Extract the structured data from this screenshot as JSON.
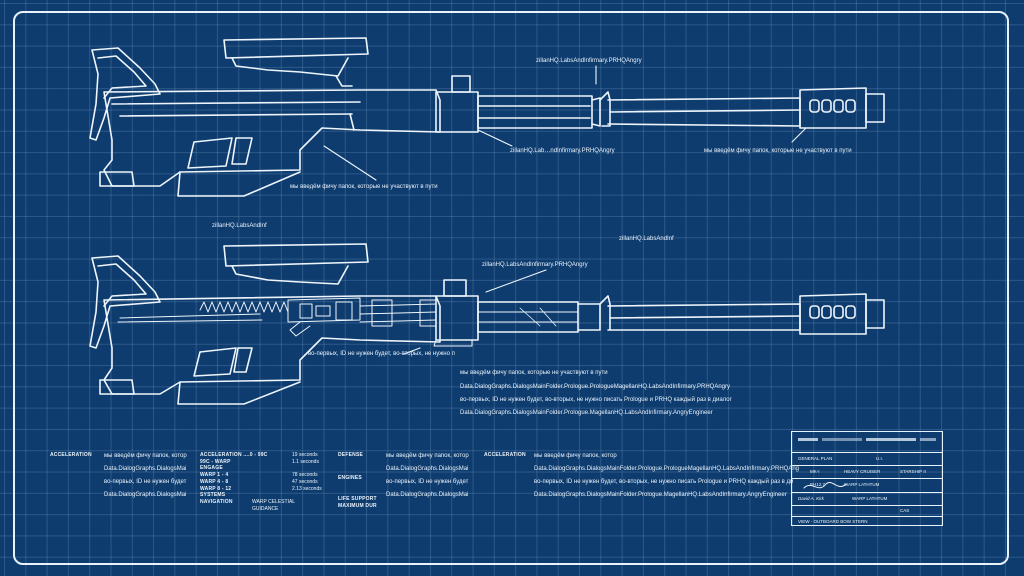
{
  "callouts": {
    "top_right_a": "zillanHQ.LabsAndInfirmary.PRHQAngry",
    "top_mid": "zillanHQ.Lab…ndInfirmary.PRHQAngry",
    "top_right_b": "мы введём фичу папок, которые не участвуют в пути",
    "top_left": "мы введём фичу папок, которые не участвуют в пути",
    "mid_left": "zillanHQ.LabsAndInf",
    "mid_right": "zillanHQ.LabsAndInf",
    "low_top": "zillanHQ.LabsAndInfirmary.PRHQAngry",
    "low_mid": "во-первых, ID не нужен будет, во-вторых, не нужно п"
  },
  "notes": [
    "мы введём фичу папок, которые не участвуют в пути",
    "Data.DialogGraphs.DialogsMainFolder.Prologue.PrologueMagellanHQ.LabsAndInfirmary.PRHQAngry",
    "во-первых, ID не нужен будет, во-вторых, не нужно писать Prologue и PRHQ каждый раз в диалог",
    "Data.DialogGraphs.DialogsMainFolder.Prologue.MagellanHQ.LabsAndInfirmary.AngryEngineer"
  ],
  "specs": {
    "col1": {
      "label": "ACCELERATION",
      "lines": [
        "мы введём фичу папок, котор",
        "Data.DialogGraphs.DialogsMai",
        "во-первых, ID не нужен будет",
        "Data.DialogGraphs.DialogsMai"
      ]
    },
    "col2": {
      "rows": [
        {
          "k": "ACCELERATION ....0 - 99C",
          "v": "19 seconds"
        },
        {
          "k": "99C - WARP",
          "v": "1.1 seconds"
        },
        {
          "k": "ENGAGE",
          "v": ""
        },
        {
          "k": "WARP 1 - 4",
          "v": "78 seconds"
        },
        {
          "k": "WARP 4 - 8",
          "v": "47 seconds"
        },
        {
          "k": "WARP 8 - 12",
          "v": "2.13 seconds"
        },
        {
          "k": "SYSTEMS",
          "v": ""
        },
        {
          "k": "NAVIGATION",
          "v": "WARP CELESTIAL"
        },
        {
          "k": "",
          "v": "GUIDANCE"
        }
      ]
    },
    "col3": {
      "labels": [
        "DEFENSE",
        "ENGINES",
        "LIFE SUPPORT",
        "MAXIMUM DUR"
      ],
      "lines": [
        "мы введём фичу папок, котор",
        "Data.DialogGraphs.DialogsMai",
        "во-первых, ID не нужен будет",
        "Data.DialogGraphs.DialogsMai"
      ]
    },
    "col4": {
      "label": "ACCELERATION",
      "lines": [
        "мы введём фичу папок, котор",
        "Data.DialogGraphs.DialogsMainFolder.Prologue.PrologueMagellanHQ.LabsAndInfirmary.PRHQAng",
        "во-первых, ID не нужен будет, во-вторых, не нужно писать Prologue и PRHQ каждый раз в ди",
        "Data.DialogGraphs.DialogsMainFolder.Prologue.MagellanHQ.LabsAndInfirmary.AngryEngineer"
      ]
    }
  },
  "titleblock": {
    "plan_label": "GENERAL PLAN",
    "plan_val": "U.I.",
    "r1": [
      "MK-I",
      "HEAVY CRUISER",
      "STARSHIP II"
    ],
    "r2": [
      "PH12.7",
      "WARP LATHTUM"
    ],
    "r3": [
      "David A. Kirk",
      "WARP LATHTUM"
    ],
    "r4": [
      "CAS"
    ],
    "view": "VIEW - OUTBOARD BOW STERN"
  }
}
